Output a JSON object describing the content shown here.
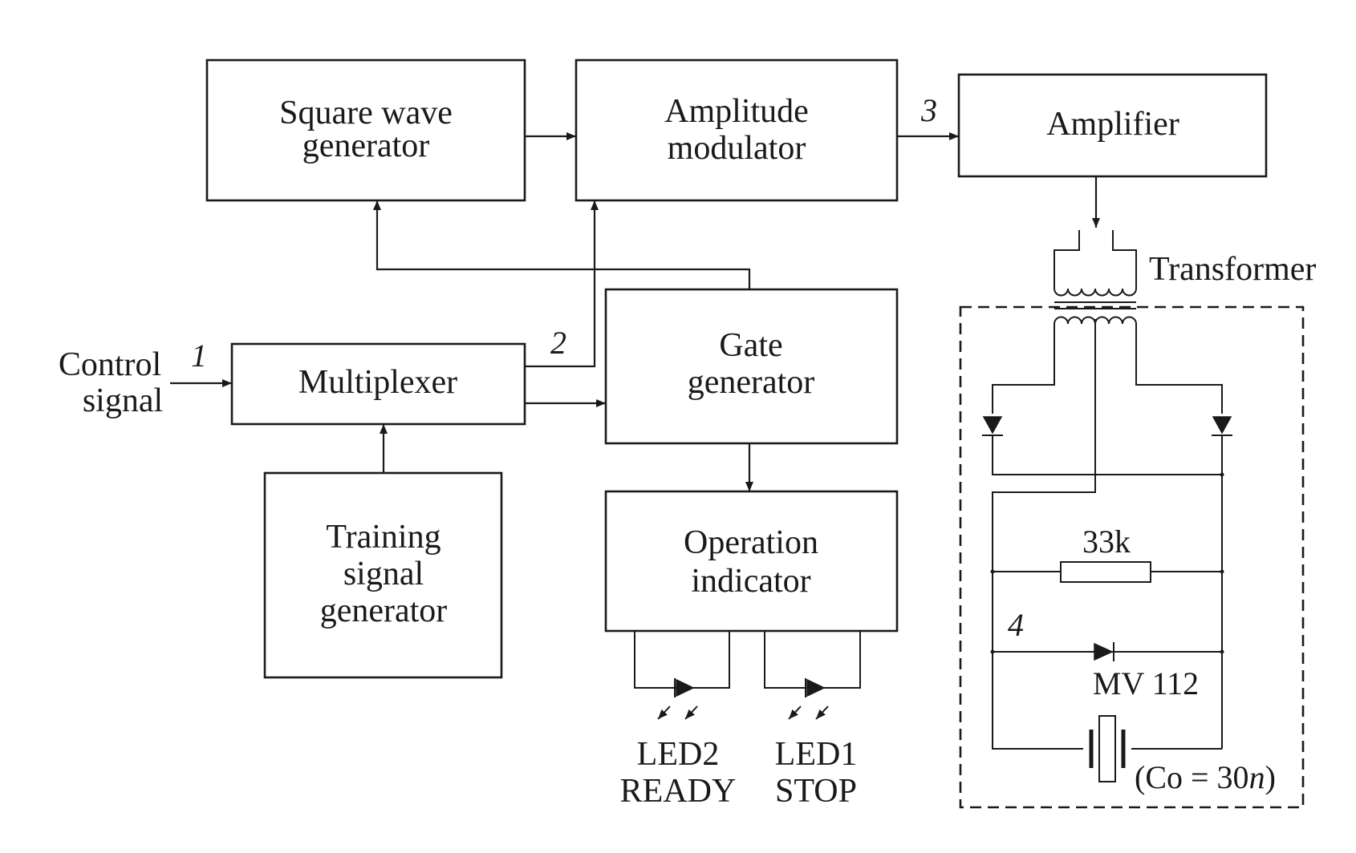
{
  "blocks": {
    "square_wave": [
      "Square wave",
      "generator"
    ],
    "amplitude_modulator": [
      "Amplitude",
      "modulator"
    ],
    "amplifier": [
      "Amplifier"
    ],
    "multiplexer": [
      "Multiplexer"
    ],
    "gate_generator": [
      "Gate",
      "generator"
    ],
    "training_signal": [
      "Training",
      "signal",
      "generator"
    ],
    "operation_indicator": [
      "Operation",
      "indicator"
    ]
  },
  "input": {
    "label": [
      "Control",
      "signal"
    ]
  },
  "points": {
    "p1": "1",
    "p2": "2",
    "p3": "3",
    "p4": "4"
  },
  "transformer": {
    "label": "Transformer"
  },
  "components": {
    "resistor": "33k",
    "varactor": "MV 112",
    "capacitor_prefix": "(Co = 30",
    "capacitor_unit": "n",
    "capacitor_suffix": ")"
  },
  "leds": [
    {
      "name": "LED2",
      "state": "READY"
    },
    {
      "name": "LED1",
      "state": "STOP"
    }
  ]
}
